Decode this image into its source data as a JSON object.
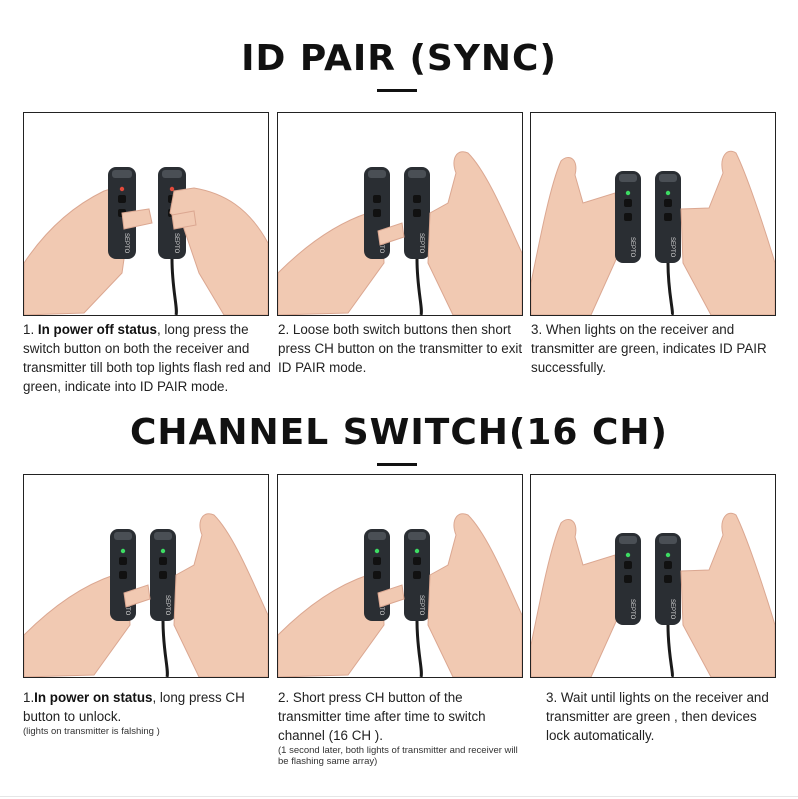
{
  "section1": {
    "title": "ID PAIR (SYNC)",
    "steps": [
      {
        "num": "1.",
        "bold": "In power off status",
        "text": ", long press the switch button on both the receiver and transmitter till both top lights flash red and green, indicate into ID PAIR mode."
      },
      {
        "text": "2. Loose both switch buttons then short press CH button on the transmitter to exit ID PAIR mode."
      },
      {
        "text": "3. When lights on the receiver and transmitter are green, indicates ID PAIR successfully."
      }
    ]
  },
  "section2": {
    "title": "CHANNEL SWITCH(16 CH)",
    "steps": [
      {
        "num": "1.",
        "bold": "In power on status",
        "text": ", long press CH button to unlock.",
        "note": "(lights on transmitter is falshing )"
      },
      {
        "text": "2. Short press CH button of the transmitter time after time to switch channel (16 CH ).",
        "note": "(1 second later, both lights of transmitter and receiver will be flashing same array)"
      },
      {
        "text": "3. Wait until lights on the receiver and transmitter are green , then devices lock automatically."
      }
    ]
  },
  "device_label": "SEPTO",
  "colors": {
    "skin": "#f1c9b2",
    "skin_shadow": "#dba791",
    "device": "#2a2e33",
    "led_green": "#3ddc63",
    "led_red": "#e24a3b"
  }
}
